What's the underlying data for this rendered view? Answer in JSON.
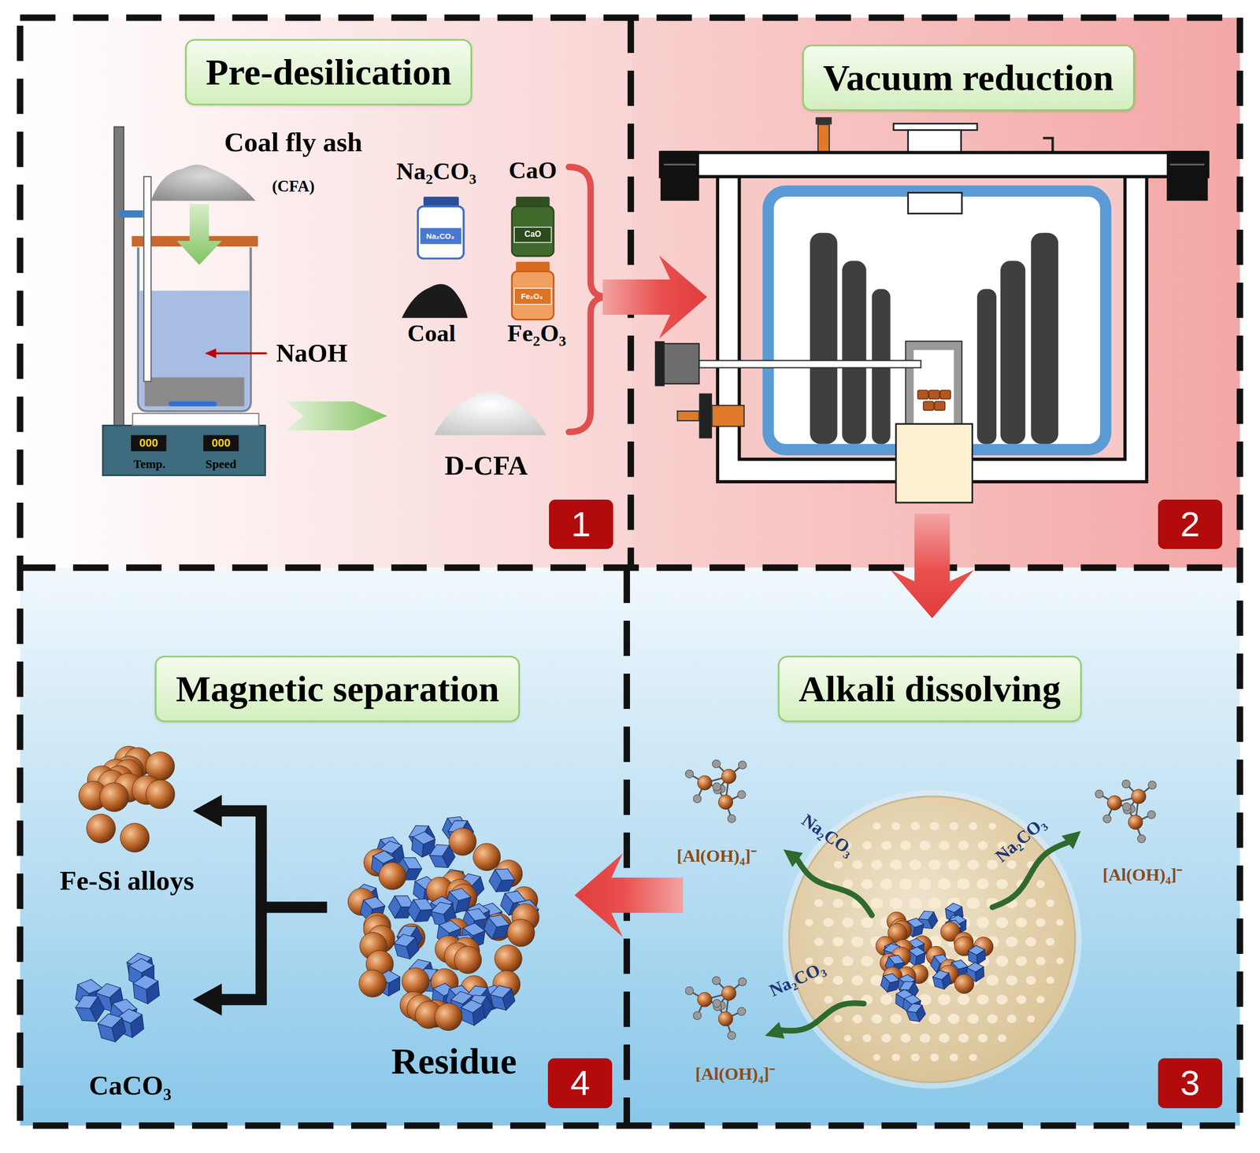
{
  "diagram": {
    "nodes": [
      {
        "text": [
          "Pre-desilication"
        ]
      },
      {
        "text": [
          "1"
        ],
        "in": 0
      },
      {
        "text": [
          "Vacuum reduction"
        ]
      },
      {
        "text": [
          "2"
        ],
        "in": 2
      },
      {
        "text": [
          "Magnetic separation"
        ]
      },
      {
        "text": [
          "4"
        ],
        "in": 4
      },
      {
        "text": [
          "Alkali dissolving"
        ]
      },
      {
        "text": [
          "3"
        ],
        "in": 6
      }
    ],
    "edges": [
      {
        "from": 0,
        "to": 2,
        "arrow": "to"
      },
      {
        "from": 2,
        "to": 6,
        "arrow": "to"
      },
      {
        "from": 6,
        "to": 4,
        "arrow": "to"
      }
    ],
    "labels": [
      "Coal fly ash",
      "(CFA)",
      "Na₂CO₃",
      "CaO",
      "Na₂CO₃",
      "CaO",
      "Coal",
      "Fe₂O₃",
      "Fe₂O₃",
      "NaOH",
      "000",
      "000",
      "Temp.",
      "Speed",
      "D-CFA",
      "Na₂CO₃",
      "Na₂CO₃",
      "[Al(OH)₄]⁻",
      "[Al(OH)₄]⁻",
      "Na₂CO₃",
      "[Al(OH)₄]⁻",
      "Fe-Si alloys",
      "CaCO₃",
      "Residue"
    ]
  }
}
